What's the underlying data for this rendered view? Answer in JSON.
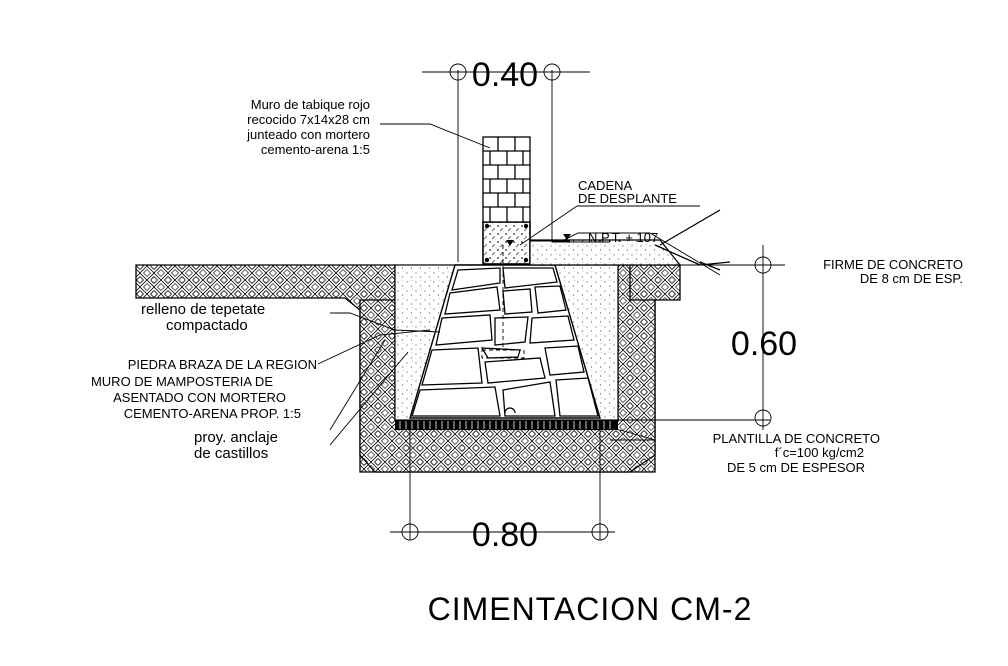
{
  "title": "CIMENTACION CM-2",
  "dimensions": {
    "top_width": "0.40",
    "depth": "0.60",
    "base_width": "0.80"
  },
  "labels": {
    "muro_tabique": [
      "Muro de tabique rojo",
      "recocido 7x14x28 cm",
      "junteado con mortero",
      "cemento-arena 1:5"
    ],
    "cadena": [
      "CADENA",
      "DE DESPLANTE"
    ],
    "npt": "N.P.T. + 107",
    "firme": [
      "FIRME DE CONCRETO",
      "DE 8 cm DE ESP."
    ],
    "relleno": [
      "relleno de tepetate",
      "compactado"
    ],
    "piedra": "PIEDRA BRAZA  DE LA REGION",
    "muro_mamposteria": [
      "MURO DE MAMPOSTERIA DE",
      "ASENTADO CON MORTERO",
      "CEMENTO-ARENA PROP. 1:5"
    ],
    "anclaje": [
      "proy. anclaje",
      "de castillos"
    ],
    "plantilla": [
      "PLANTILLA DE CONCRETO",
      "f´c=100 kg/cm2",
      "DE 5 cm DE ESPESOR"
    ]
  }
}
